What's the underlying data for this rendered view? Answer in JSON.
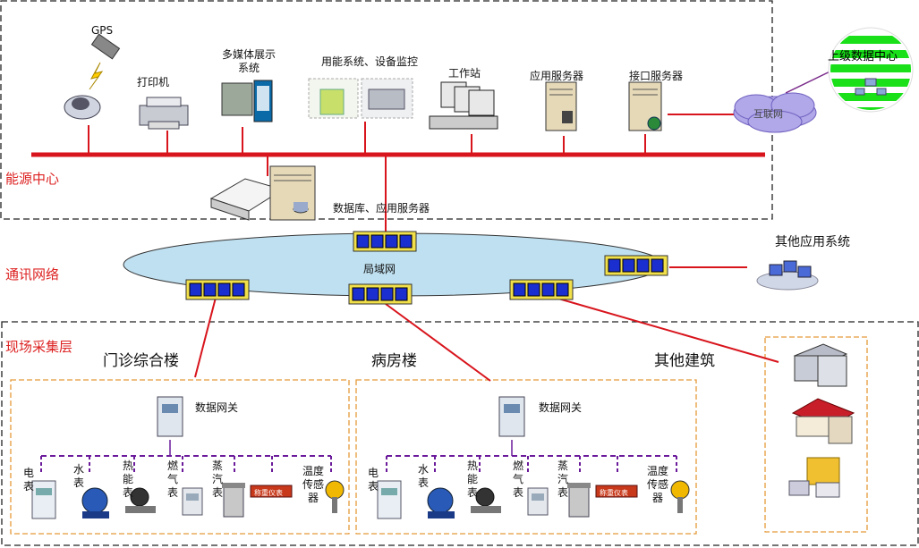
{
  "zones": {
    "energy_center": "能源中心",
    "network": "通讯网络",
    "field": "现场采集层"
  },
  "energy_devices": {
    "gps": "GPS",
    "printer": "打印机",
    "multimedia": "多媒体展示\n系统",
    "monitor": "用能系统、设备监控",
    "workstation": "工作站",
    "app_server": "应用服务器",
    "interface_server": "接口服务器",
    "db_server": "数据库、应用服务器"
  },
  "internet": "互联网",
  "upper_center": "上级数据中心",
  "lan": "局域网",
  "other_apps": "其他应用系统",
  "buildings": {
    "outpatient": "门诊综合楼",
    "ward": "病房楼",
    "other": "其他建筑"
  },
  "gateway": "数据网关",
  "meters": {
    "electric": "电表",
    "water": "水表",
    "heat": "热能表",
    "gas": "燃气表",
    "steam": "蒸汽表",
    "weigh": "称重仪表",
    "temp": "温度传感器"
  },
  "colors": {
    "bus": "#d8141c",
    "zone_text": "#d22222",
    "switch": "#1b2fd0",
    "lan": "#bfe0f0",
    "orange": "#e59a3a",
    "purple": "#6a1a9a"
  }
}
